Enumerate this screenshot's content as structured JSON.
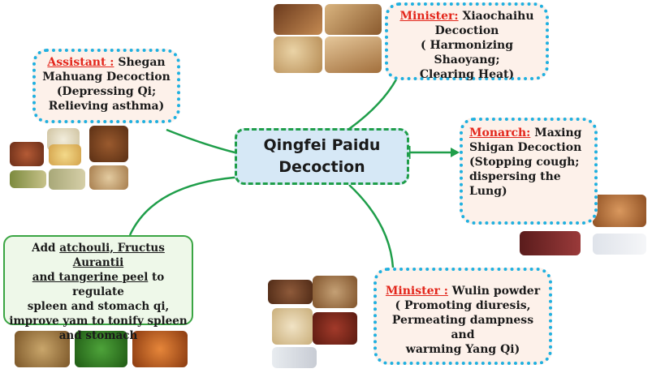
{
  "center": {
    "line1": "Qingfei Paidu",
    "line2": "Decoction"
  },
  "minister_top": {
    "role": "Minister:",
    "lines": [
      "Xiaochaihu",
      "Decoction",
      "( Harmonizing Shaoyang;",
      "Clearing Heat)"
    ]
  },
  "assistant": {
    "role": "Assistant :",
    "lines": [
      "Shegan",
      "Mahuang Decoction",
      "(Depressing Qi;",
      "Relieving asthma)"
    ]
  },
  "monarch": {
    "role": "Monarch:",
    "lines": [
      "Maxing",
      "Shigan Decoction",
      "(Stopping cough;",
      "dispersing the",
      "Lung)"
    ]
  },
  "minister_bottom": {
    "role": "Minister :",
    "lines": [
      "Wulin powder",
      "( Promoting diuresis,",
      "Permeating dampness and",
      "warming Yang Qi)"
    ]
  },
  "supplement": {
    "line1": "Add",
    "underlined1": "atchouli, Fructus Aurantii",
    "underlined2": "and tangerine peel",
    "line2_rest": "to regulate",
    "line3": "spleen and stomach qi,",
    "line4": "improve yam to tonify spleen",
    "line5": "and stomach"
  },
  "colors": {
    "role_red": "#e3261b",
    "dotted_border": "#1fb0e0",
    "connector_green": "#1f9e4a",
    "center_fill": "#d6e8f6",
    "box_fill": "#fdf1ea"
  }
}
